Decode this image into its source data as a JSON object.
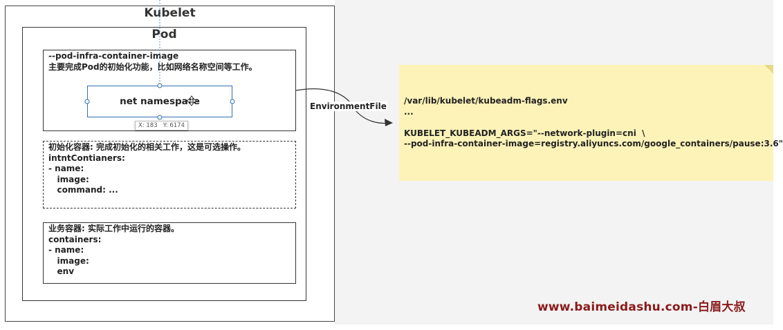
{
  "kubelet": {
    "title": "Kubelet"
  },
  "pod": {
    "title": "Pod"
  },
  "pause_box": {
    "lines": "--pod-infra-container-image\n主要完成Pod的初始化功能，比如网络名称空间等工作。",
    "net_namespace": "net  namespace",
    "coord_tooltip": "X: 183   Y: 6174"
  },
  "init_box": {
    "lines": "初始化容器: 完成初始化的相关工作，这是可选操作。\nintntContianers:\n- name:\n   image:\n   command: ..."
  },
  "business_box": {
    "lines": "业务容器: 实际工作中运行的容器。\ncontainers:\n- name:\n   image:\n   env"
  },
  "connector": {
    "label": "EnvironmentFile"
  },
  "note": {
    "lines": "/var/lib/kubelet/kubeadm-flags.env\n...\n\nKUBELET_KUBEADM_ARGS=\"--network-plugin=cni  \\\n--pod-infra-container-image=registry.aliyuncs.com/google_containers/pause:3.6\""
  },
  "watermark": {
    "text": "www.baimeidashu.com-白眉大叔"
  },
  "colors": {
    "note_bg": "#fdf3b8",
    "selection_blue": "#2f6fb0",
    "watermark": "#8b1a1a"
  },
  "icons": [
    "move-cursor-icon",
    "arrowhead-icon"
  ]
}
